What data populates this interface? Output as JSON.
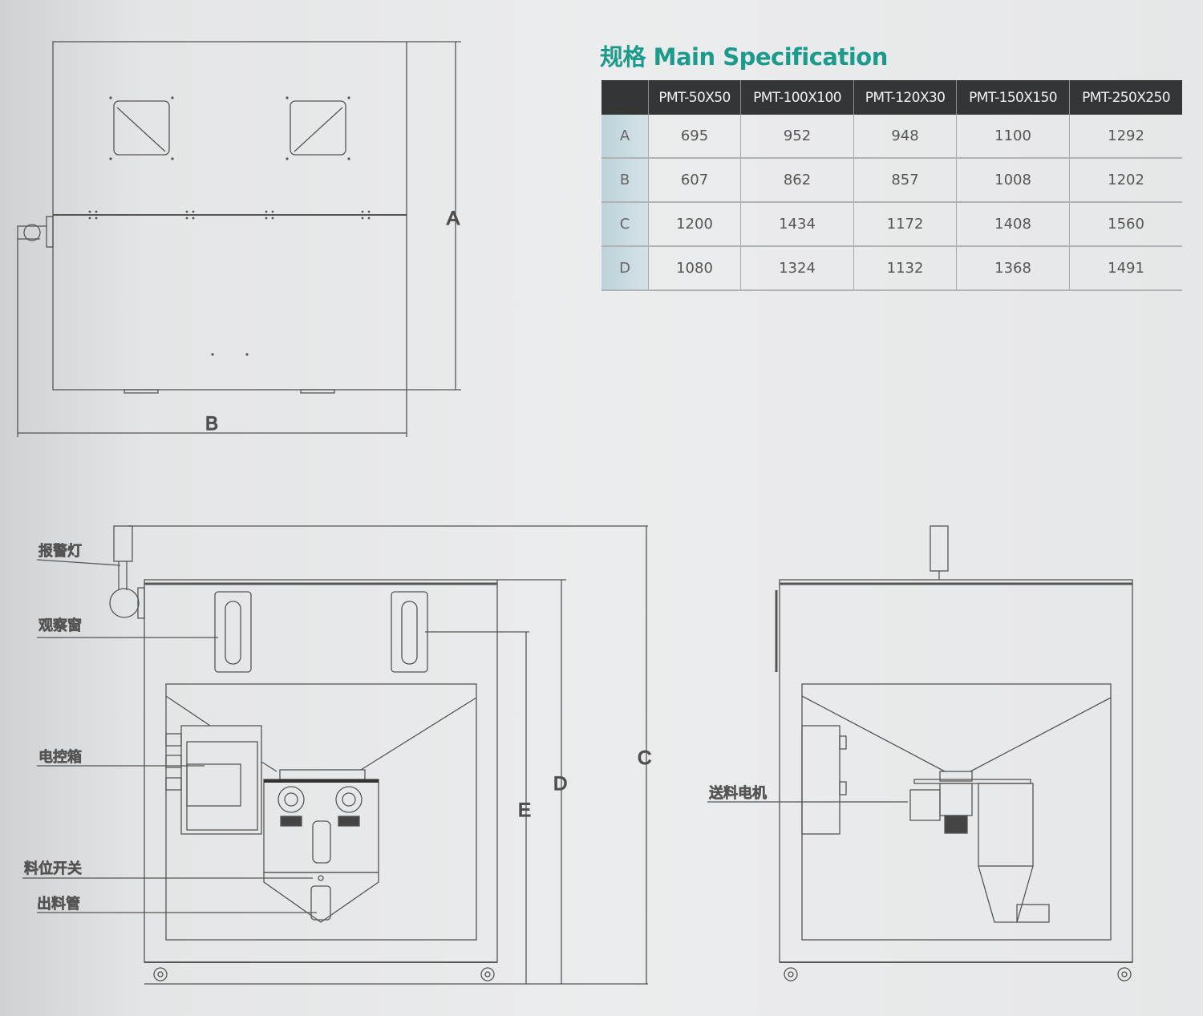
{
  "spec": {
    "title": "规格 Main Specification",
    "columns": [
      "PMT-50X50",
      "PMT-100X100",
      "PMT-120X30",
      "PMT-150X150",
      "PMT-250X250"
    ],
    "rows": [
      {
        "label": "A",
        "values": [
          "695",
          "952",
          "948",
          "1100",
          "1292"
        ]
      },
      {
        "label": "B",
        "values": [
          "607",
          "862",
          "857",
          "1008",
          "1202"
        ]
      },
      {
        "label": "C",
        "values": [
          "1200",
          "1434",
          "1172",
          "1408",
          "1560"
        ]
      },
      {
        "label": "D",
        "values": [
          "1080",
          "1324",
          "1132",
          "1368",
          "1491"
        ]
      }
    ]
  },
  "drawing": {
    "dimensions": {
      "a": "A",
      "b": "B",
      "c": "C",
      "d": "D",
      "e": "E"
    },
    "callouts": {
      "alarm_lamp": "报警灯",
      "sight_window": "观察窗",
      "control_box": "电控箱",
      "level_switch": "料位开关",
      "discharge_pipe": "出料管",
      "feed_motor": "送料电机"
    }
  },
  "colors": {
    "title": "#1c9a8c",
    "header": "#333537",
    "row_label": "#c5d9de"
  }
}
